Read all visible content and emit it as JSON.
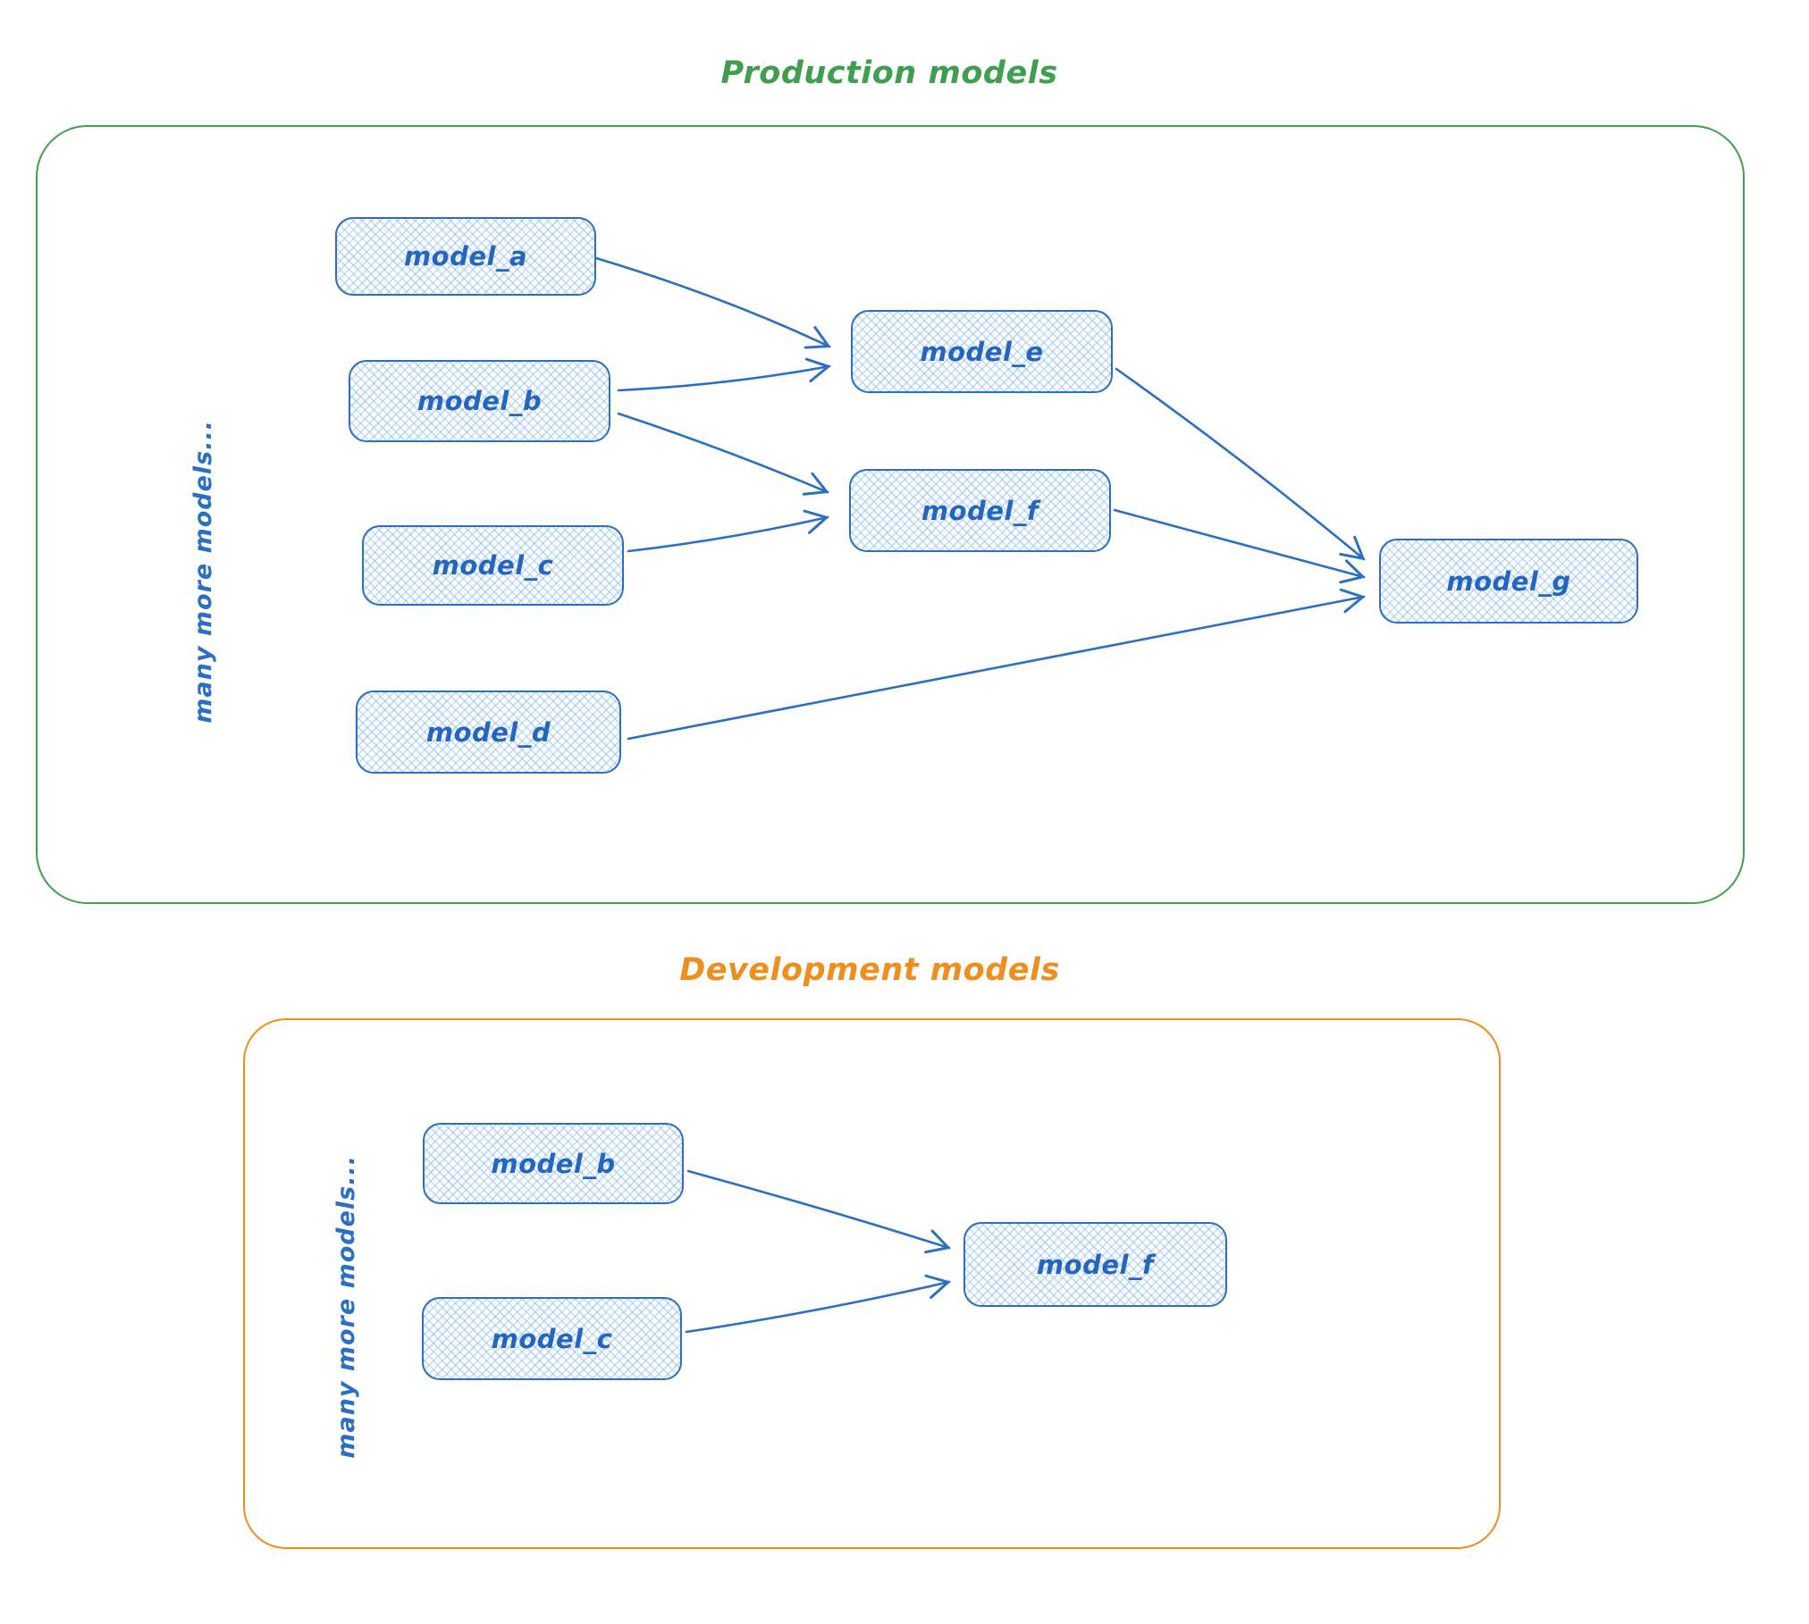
{
  "production": {
    "title": "Production models",
    "side_label": "many more models...",
    "nodes": {
      "a": {
        "label": "model_a"
      },
      "b": {
        "label": "model_b"
      },
      "c": {
        "label": "model_c"
      },
      "d": {
        "label": "model_d"
      },
      "e": {
        "label": "model_e"
      },
      "f": {
        "label": "model_f"
      },
      "g": {
        "label": "model_g"
      }
    },
    "edges": [
      {
        "from": "model_a",
        "to": "model_e"
      },
      {
        "from": "model_b",
        "to": "model_e"
      },
      {
        "from": "model_b",
        "to": "model_f"
      },
      {
        "from": "model_c",
        "to": "model_f"
      },
      {
        "from": "model_e",
        "to": "model_g"
      },
      {
        "from": "model_f",
        "to": "model_g"
      },
      {
        "from": "model_d",
        "to": "model_g"
      }
    ]
  },
  "development": {
    "title": "Development models",
    "side_label": "many more models...",
    "nodes": {
      "b": {
        "label": "model_b"
      },
      "c": {
        "label": "model_c"
      },
      "f": {
        "label": "model_f"
      }
    },
    "edges": [
      {
        "from": "model_b",
        "to": "model_f"
      },
      {
        "from": "model_c",
        "to": "model_f"
      }
    ]
  },
  "colors": {
    "node_stroke": "#2b6fc2",
    "node_hatch": "#90bcee",
    "node_label_text": "#2465c0",
    "production_frame": "#3f9e4f",
    "development_frame": "#ef8d1d"
  }
}
